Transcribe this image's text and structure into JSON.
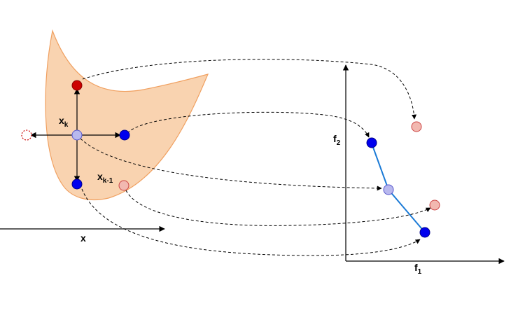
{
  "decision_space": {
    "axis_label": "x",
    "point_labels": {
      "current": {
        "base": "x",
        "sub": "k"
      },
      "previous": {
        "base": "x",
        "sub": "k-1"
      }
    }
  },
  "objective_space": {
    "x_axis_label": {
      "base": "f",
      "sub": "1"
    },
    "y_axis_label": {
      "base": "f",
      "sub": "2"
    }
  },
  "colors": {
    "region_fill": "#f9d3b0",
    "region_stroke": "#f0a060",
    "dominant_point": "#0000ee",
    "dominated_point_red": "#cc0000",
    "dominated_point_light": "#f2b8b0",
    "center_point": "#b8b8ee",
    "front_line": "#1a7ad6",
    "arrow": "#000000"
  }
}
